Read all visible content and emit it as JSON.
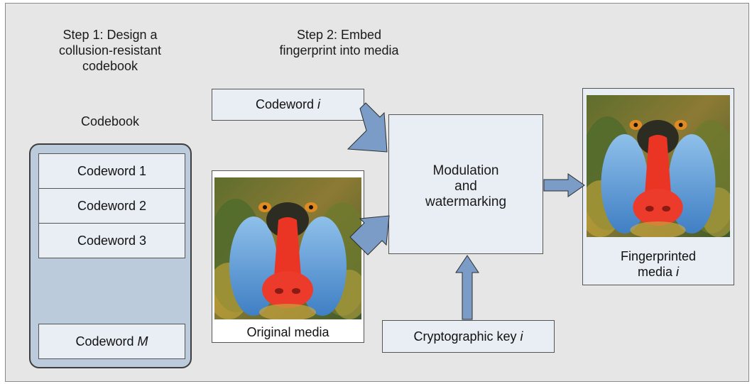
{
  "step1": {
    "line1": "Step 1: Design a",
    "line2": "collusion-resistant",
    "line3": "codebook"
  },
  "step2": {
    "line1": "Step 2: Embed",
    "line2": "fingerprint into media"
  },
  "codebook": {
    "title": "Codebook",
    "items": [
      {
        "label": "Codeword",
        "suffix": "1"
      },
      {
        "label": "Codeword",
        "suffix": "2"
      },
      {
        "label": "Codeword",
        "suffix": "3"
      },
      {
        "label": "Codeword",
        "suffix": "M"
      }
    ]
  },
  "codeword_i": {
    "label": "Codeword",
    "suffix": "i"
  },
  "original_media": {
    "caption": "Original media"
  },
  "modulation": {
    "line1": "Modulation",
    "line2": "and",
    "line3": "watermarking"
  },
  "crypto_key": {
    "label": "Cryptographic key",
    "suffix": "i"
  },
  "fingerprinted": {
    "line1": "Fingerprinted",
    "line2_label": "media",
    "line2_suffix": "i"
  },
  "colors": {
    "background": "#e6e6e6",
    "box_fill": "#e8eef4",
    "codebook_fill": "#bccbdc",
    "arrow": "#7a9cc6"
  }
}
